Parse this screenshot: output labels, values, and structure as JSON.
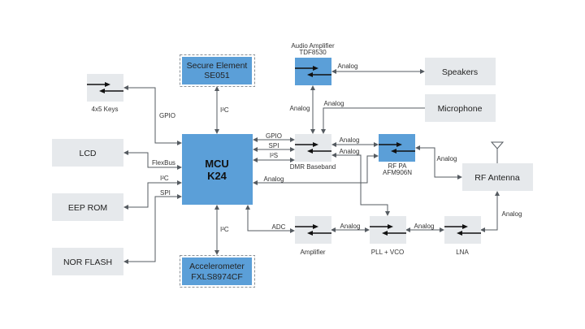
{
  "colors": {
    "component_blue": "#5b9fd8",
    "component_gray": "#e6e9ec",
    "line": "#555b61"
  },
  "nodes": {
    "mcu": {
      "line1": "MCU",
      "line2": "K24"
    },
    "secure": {
      "line1": "Secure Element",
      "line2": "SE051"
    },
    "accel": {
      "line1": "Accelerometer",
      "line2": "FXLS8974CF"
    },
    "keys": "4x5 Keys",
    "lcd": "LCD",
    "eeprom": "EEP ROM",
    "nor": "NOR FLASH",
    "audio": {
      "line1": "Audio Amplifier",
      "line2": "TDF8530"
    },
    "speakers": "Speakers",
    "microphone": "Microphone",
    "dmr": "DMR Baseband",
    "rfpa": {
      "line1": "RF PA",
      "line2": "AFM906N"
    },
    "antenna": "RF Antenna",
    "amplifier": "Amplifier",
    "pll": "PLL + VCO",
    "lna": "LNA"
  },
  "edges": {
    "keys_gpio": "GPIO",
    "lcd_flexbus": "FlexBus",
    "eeprom_i2c": "I²C",
    "nor_spi": "SPI",
    "secure_i2c": "I²C",
    "accel_i2c": "I²C",
    "dmr_gpio": "GPIO",
    "dmr_spi": "SPI",
    "dmr_i2s": "I²S",
    "mcu_analog": "Analog",
    "mcu_adc": "ADC",
    "audio_speakers": "Analog",
    "audio_dmr": "Analog",
    "mic_dmr": "Analog",
    "dmr_rfpa": "Analog",
    "dmr_pll": "Analog",
    "rfpa_antenna": "Analog",
    "amp_pll": "Analog",
    "pll_lna": "Analog",
    "lna_antenna": "Analog"
  }
}
